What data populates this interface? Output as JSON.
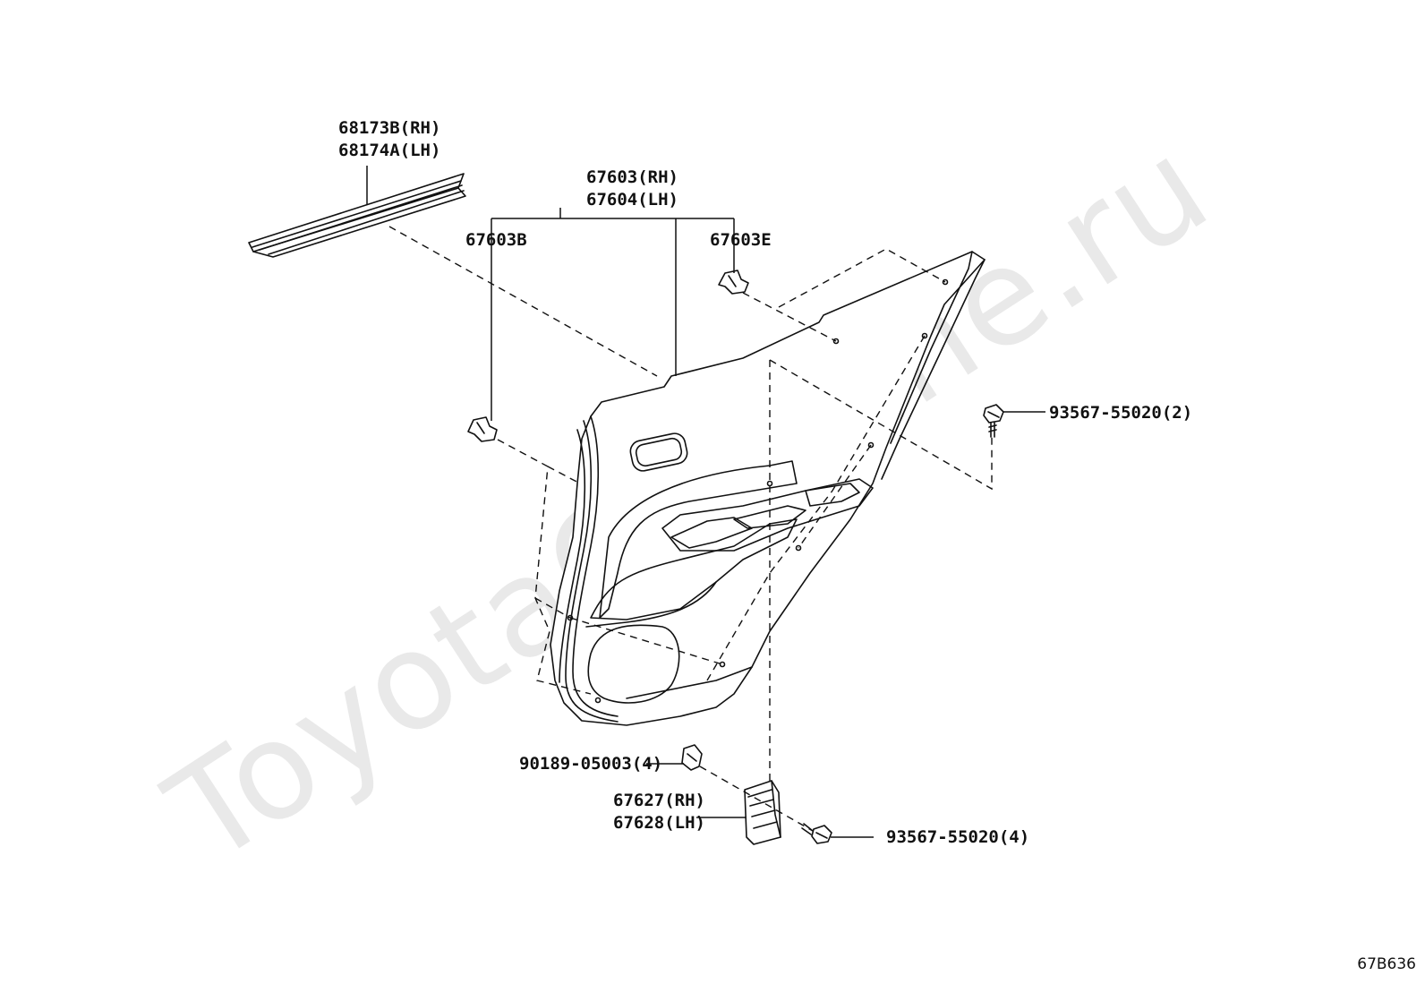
{
  "watermark": "ToyotaCarMine.ru",
  "diagram_code": "67B636",
  "labels": {
    "weatherstrip": [
      "68173B(RH)",
      "68174A(LH)"
    ],
    "board": [
      "67603(RH)",
      "67604(LH)"
    ],
    "clip_b": "67603B",
    "clip_e": "67603E",
    "screw_2": "93567-55020(2)",
    "nut_4": "90189-05003(4)",
    "bracket": [
      "67627(RH)",
      "67628(LH)"
    ],
    "screw_4": "93567-55020(4)"
  }
}
